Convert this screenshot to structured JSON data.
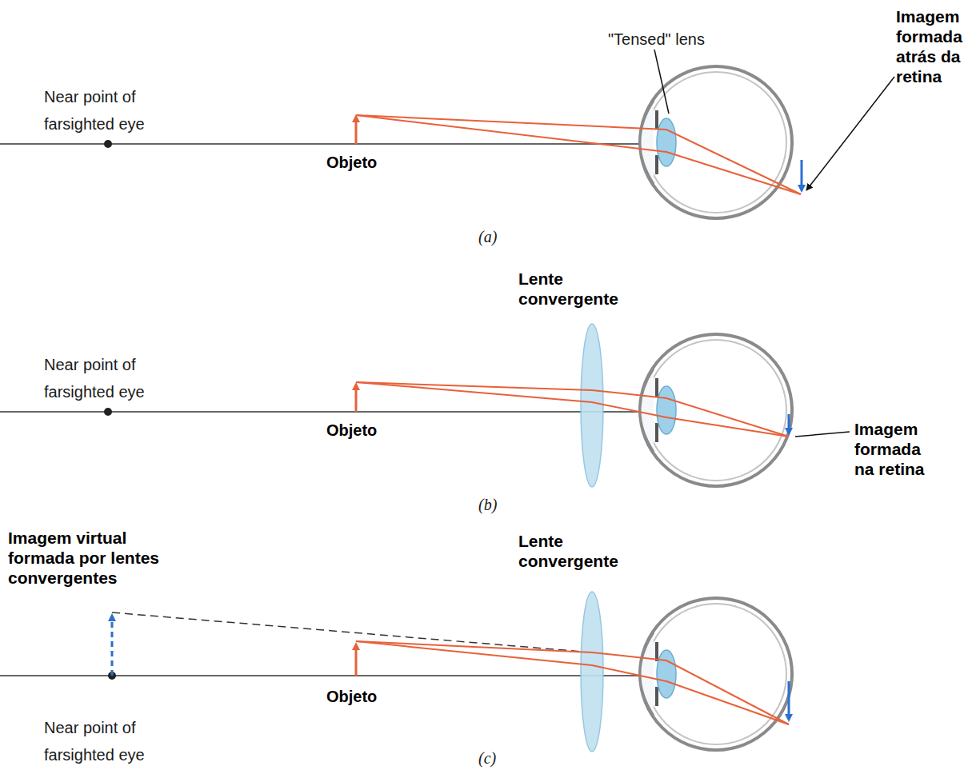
{
  "diagram": {
    "labels": [
      "Near point of farsighted eye",
      "Objeto",
      "\"Tensed\" lens",
      "Imagem formada atrás da retina",
      "(a)",
      "Lente convergente",
      "Near point of farsighted eye",
      "Objeto",
      "Imagem formada na retina",
      "(b)",
      "Imagem virtual formada por lentes convergentes",
      "Lente convergente",
      "Objeto",
      "Near point of farsighted eye",
      "(c)"
    ]
  }
}
